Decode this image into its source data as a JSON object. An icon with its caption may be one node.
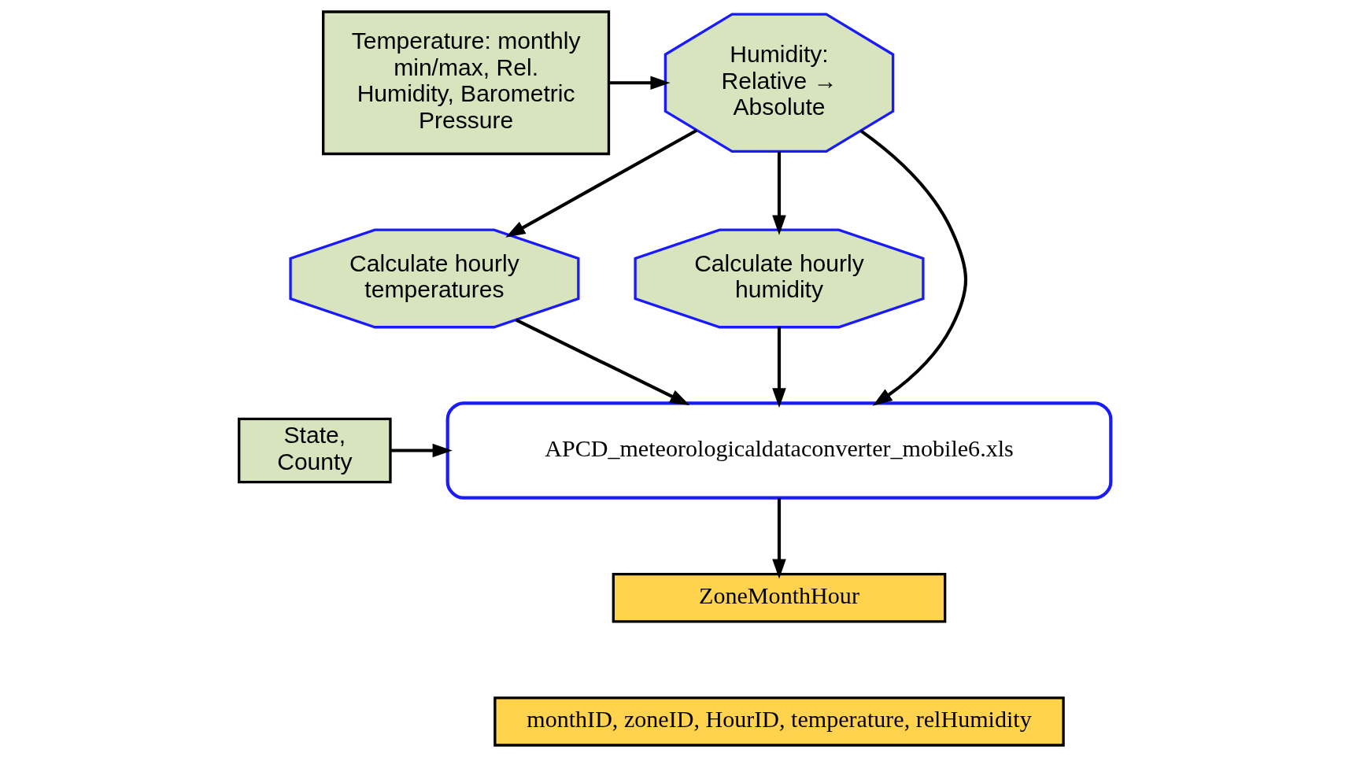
{
  "diagram": {
    "nodes": [
      {
        "text": [
          "Temperature: monthly min/max, Rel. Humidity, Barometric Pressure"
        ]
      },
      {
        "text": [
          "Humidity: Relative → Absolute"
        ]
      },
      {
        "text": [
          "Calculate hourly temperatures"
        ]
      },
      {
        "text": [
          "Calculate hourly humidity"
        ]
      },
      {
        "text": [
          "APCD_meteorologicaldataconverter_mobile6.xls"
        ]
      },
      {
        "text": [
          "State, County"
        ]
      },
      {
        "text": [
          "ZoneMonthHour"
        ]
      },
      {
        "text": [
          "monthID, zoneID, HourID, temperature, relHumidity"
        ]
      }
    ],
    "edges": [
      {
        "from": 0,
        "to": 1,
        "arrow": "to"
      },
      {
        "from": 1,
        "to": 2,
        "arrow": "to"
      },
      {
        "from": 1,
        "to": 3,
        "arrow": "to"
      },
      {
        "from": 1,
        "to": 4,
        "arrow": "to"
      },
      {
        "from": 2,
        "to": 4,
        "arrow": "to"
      },
      {
        "from": 3,
        "to": 4,
        "arrow": "to"
      },
      {
        "from": 5,
        "to": 4,
        "arrow": "to"
      },
      {
        "from": 4,
        "to": 6,
        "arrow": "to"
      }
    ]
  }
}
